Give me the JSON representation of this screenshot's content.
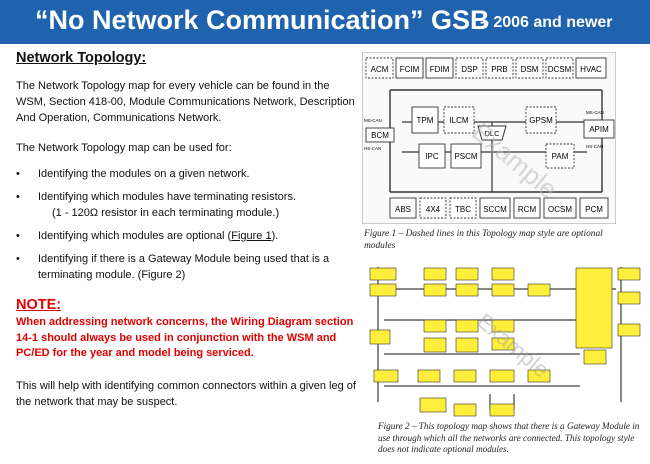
{
  "header": {
    "title": "“No Network Communication” GSB",
    "subtitle": "– 2006 and newer",
    "bg_color": "#1f62ad"
  },
  "left": {
    "heading": "Network Topology:",
    "para1": "The Network Topology map for every vehicle can be found in the WSM, Section 418-00, Module Communications Network, Description And Operation, Communications Network.",
    "para2": "The Network Topology map can be used for:",
    "bullet_symbol": "•",
    "bullets": {
      "b1": "Identifying the modules on a given network.",
      "b2": "Identifying which modules have terminating resistors.",
      "b2_sub": "(1 - 120Ω resistor in each terminating module.)",
      "b3_pre": "Identifying which modules are optional (",
      "b3_link": "Figure 1",
      "b3_post": ").",
      "b4": "Identifying if there is a Gateway Module being used that is a terminating module. (Figure 2)"
    },
    "note_title": "NOTE:",
    "note_body": "When addressing network concerns, the Wiring Diagram section 14-1 should always be used in conjunction with the WSM and PC/ED for the year and model being serviced.",
    "closing": "This will help with identifying common connectors within a given leg of the network that may be suspect."
  },
  "figure1": {
    "top_modules": [
      "ACM",
      "FCIM",
      "FDIM",
      "DSP",
      "PRB",
      "DSM",
      "DCSM",
      "HVAC"
    ],
    "bottom_modules": [
      "ABS",
      "4X4",
      "TBC",
      "SCCM",
      "RCM",
      "OCSM",
      "PCM"
    ],
    "left_module": "BCM",
    "right_module": "APIM",
    "middle_modules": [
      "TPM",
      "ILCM",
      "GPSM",
      "IPC",
      "PSCM",
      "PAM"
    ],
    "dlc": "DLC",
    "ms_can": "MS-CAN",
    "hs_can": "HS-CAN",
    "watermark": "Example",
    "caption": "Figure 1 – Dashed lines in this Topology map style are optional modules"
  },
  "figure2": {
    "watermark": "Example",
    "caption": "Figure 2 – This topology map shows that there is a Gateway Module in use through which all the networks are connected. This topology style does not indicate optional modules."
  }
}
